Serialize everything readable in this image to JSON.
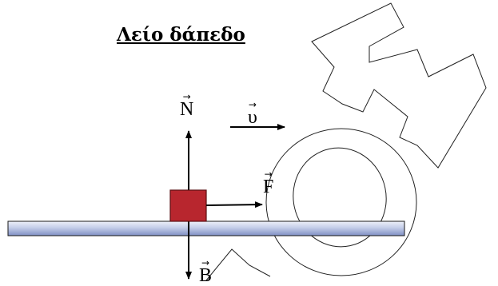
{
  "title": "Λείο δάπεδο",
  "labels": {
    "normal": "N",
    "velocity": "υ",
    "force": "F",
    "weight": "B"
  },
  "colors": {
    "block_fill": "#b8262e",
    "block_stroke": "#5a0e12",
    "floor_top": "#eef1fa",
    "floor_bottom": "#7e8fc4",
    "line": "#000000"
  }
}
